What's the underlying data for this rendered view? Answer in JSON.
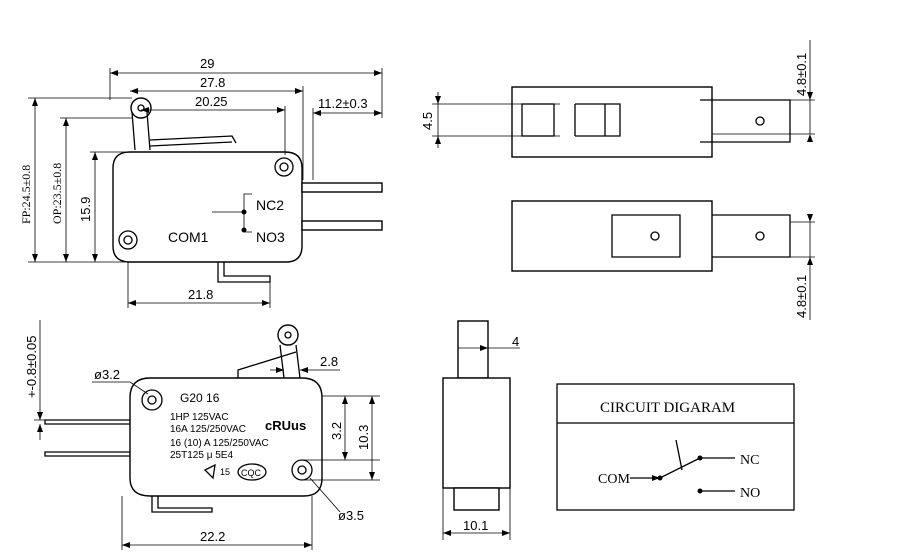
{
  "front_view": {
    "dim_total_length": "29",
    "dim_pivot_to_terminal": "27.8",
    "dim_pivot_to_roller": "20.25",
    "dim_terminal_length": "11.2±0.3",
    "dim_free_position": "FP:24.5±0.8",
    "dim_operating_position": "OP:23.5±0.8",
    "dim_height": "15.9",
    "dim_bottom_width": "21.8",
    "label_nc": "NC2",
    "label_com": "COM1",
    "label_no": "NO3"
  },
  "top_view": {
    "dim_slot": "4.5",
    "dim_terminal_top": "4.8±0.1"
  },
  "bottom_top_view": {
    "dim_terminal_bottom": "4.8±0.1"
  },
  "side_view": {
    "dim_overtravel": "+-0.8±0.05",
    "dim_hole_small": "ø3.2",
    "dim_lever_offset": "2.8",
    "dim_hole_spacing": "3.2",
    "dim_hole_height": "10.3",
    "dim_hole_large": "ø3.5",
    "dim_width": "22.2",
    "marking_model": "G20 16",
    "marking_line1": "1HP 125VAC",
    "marking_line2": "16A 125/250VAC",
    "marking_line3": "16 (10) A 125/250VAC",
    "marking_line4": "25T125 μ 5E4",
    "marking_ul": "cRUus",
    "marking_ccc": "CQC",
    "marking_ce": "15"
  },
  "end_view": {
    "dim_actuator": "4",
    "dim_width": "10.1"
  },
  "circuit": {
    "title": "CIRCUIT DIGARAM",
    "com_label": "COM",
    "nc_label": "NC",
    "no_label": "NO"
  }
}
